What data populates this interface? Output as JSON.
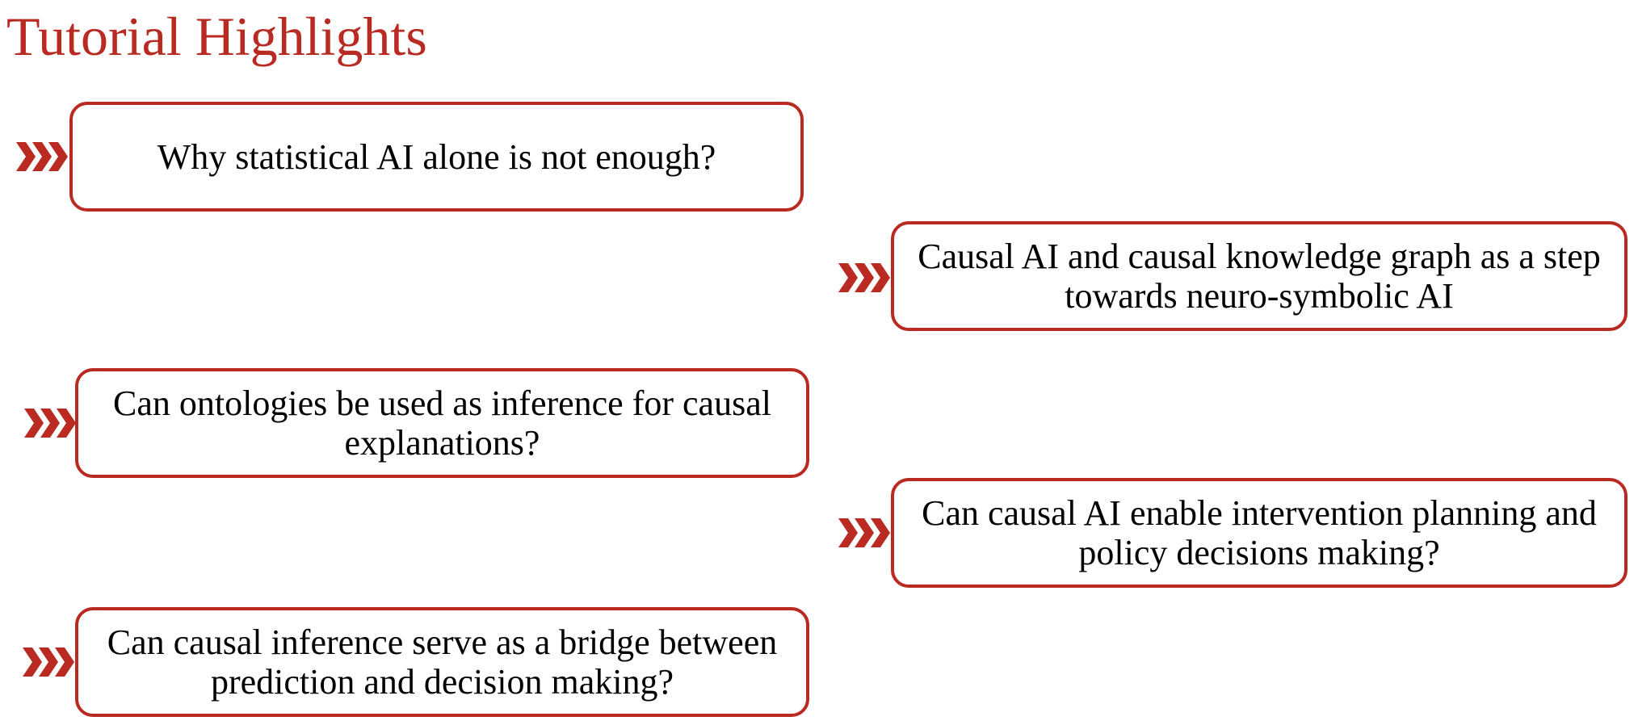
{
  "title": "Tutorial Highlights",
  "accent_color": "#b82a22",
  "bullet_icon": "triple-chevron-right-icon",
  "highlights": [
    {
      "text": "Why statistical AI alone is not enough?"
    },
    {
      "text": "Causal AI and causal knowledge graph as a step towards neuro-symbolic AI"
    },
    {
      "text": "Can ontologies be used as inference for causal explanations?"
    },
    {
      "text": "Can causal AI enable intervention planning and policy decisions making?"
    },
    {
      "text": "Can causal inference serve as a bridge between prediction and decision making?"
    }
  ]
}
